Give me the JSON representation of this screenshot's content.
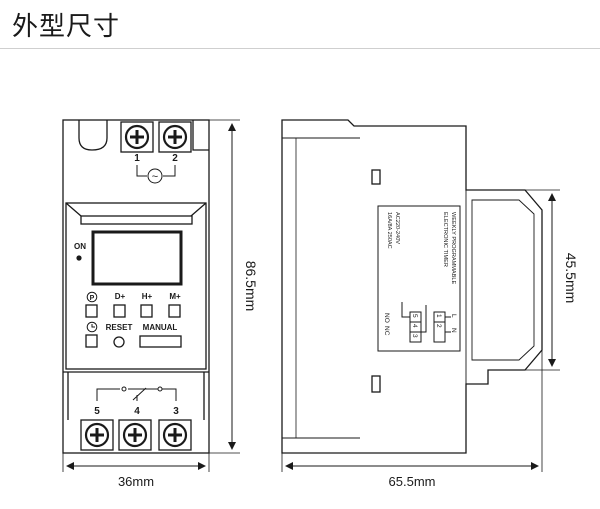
{
  "header": {
    "title": "外型尺寸"
  },
  "front": {
    "top_terminals": [
      "1",
      "2"
    ],
    "ac_symbol": "~",
    "on_label": "ON",
    "buttons_row1": [
      "D+",
      "H+",
      "M+"
    ],
    "reset_label": "RESET",
    "manual_label": "MANUAL",
    "bottom_terminals": [
      "5",
      "4",
      "3"
    ]
  },
  "side": {
    "label_lines": [
      "WEEKLY PROGRAMMABLE",
      "ELECTRONIC TIMER",
      "AC220-240V",
      "16A/8A 250AC"
    ],
    "wiring_top": [
      "L",
      "N"
    ],
    "wiring_top_numbers": [
      "1",
      "2"
    ],
    "wiring_bottom": [
      "NO",
      "NC"
    ],
    "wiring_bottom_numbers": [
      "5",
      "4",
      "3"
    ]
  },
  "dimensions": {
    "front_height": "86.5mm",
    "front_width": "36mm",
    "side_width": "65.5mm",
    "side_height": "45.5mm"
  },
  "colors": {
    "stroke": "#1a1a1a",
    "fill": "#ffffff",
    "background": "#ffffff"
  }
}
